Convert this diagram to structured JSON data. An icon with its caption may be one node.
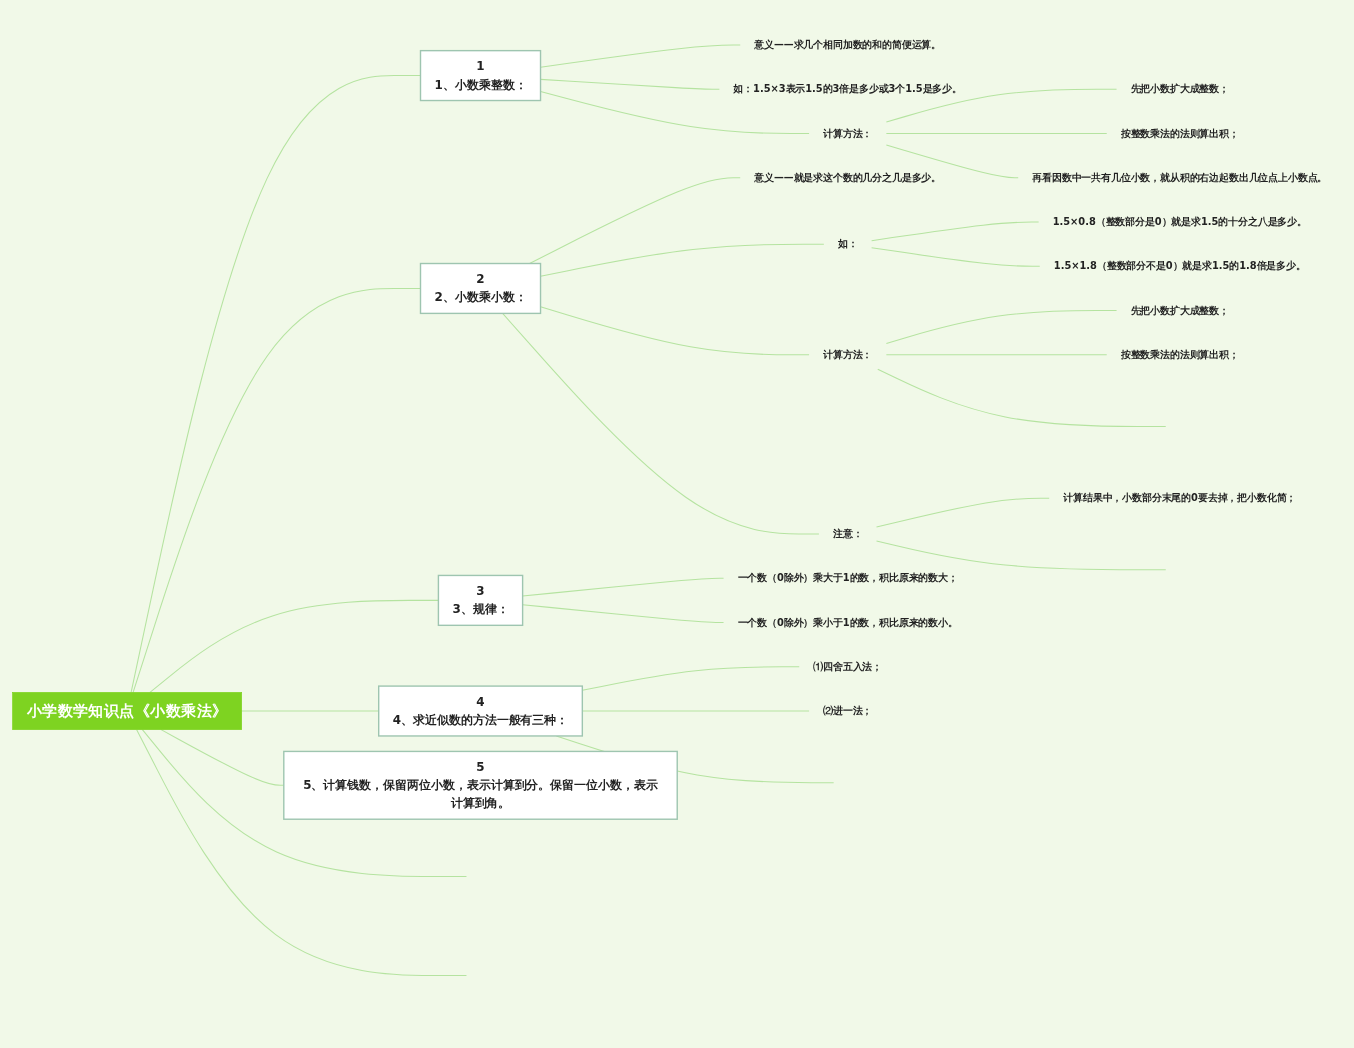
{
  "diagram": {
    "nodes": [
      {
        "text": [
          "小学数学知识点《小数乘法》"
        ]
      },
      {
        "text": [
          "1",
          "1、小数乘整数："
        ]
      },
      {
        "text": [
          "意义——求几个相同加数的和的简便运算。"
        ]
      },
      {
        "text": [
          "如：1.5×3表示1.5的3倍是多少或3个1.5是多少。"
        ]
      },
      {
        "text": [
          "计算方法："
        ]
      },
      {
        "text": [
          "先把小数扩大成整数；"
        ]
      },
      {
        "text": [
          "按整数乘法的法则算出积；"
        ]
      },
      {
        "text": [
          "再看因数中一共有几位小数，就从积的右边起数出几位点上小数点。"
        ]
      },
      {
        "text": [
          "2",
          "2、小数乘小数："
        ]
      },
      {
        "text": [
          "意义——就是求这个数的几分之几是多少。"
        ]
      },
      {
        "text": [
          "如："
        ]
      },
      {
        "text": [
          "1.5×0.8（整数部分是0）就是求1.5的十分之八是多少。"
        ]
      },
      {
        "text": [
          "1.5×1.8（整数部分不是0）就是求1.5的1.8倍是多少。"
        ]
      },
      {
        "text": [
          "计算方法："
        ]
      },
      {
        "text": [
          "先把小数扩大成整数；"
        ]
      },
      {
        "text": [
          "按整数乘法的法则算出积；"
        ]
      },
      {
        "text": [
          "注意："
        ]
      },
      {
        "text": [
          "计算结果中，小数部分末尾的0要去掉，把小数化简；"
        ]
      },
      {
        "text": [
          "3",
          "3、规律："
        ]
      },
      {
        "text": [
          "一个数（0除外）乘大于1的数，积比原来的数大；"
        ]
      },
      {
        "text": [
          "一个数（0除外）乘小于1的数，积比原来的数小。"
        ]
      },
      {
        "text": [
          "4",
          "4、求近似数的方法一般有三种："
        ]
      },
      {
        "text": [
          "⑴四舍五入法；"
        ]
      },
      {
        "text": [
          "⑵进一法；"
        ]
      },
      {
        "text": [
          "5",
          "5、计算钱数，保留两位小数，表示计算到分。保留一位小数，表示计算到角。"
        ]
      }
    ],
    "edges": [
      {
        "from": 0,
        "to": 1,
        "arrow": "none"
      },
      {
        "from": 1,
        "to": 2,
        "arrow": "none"
      },
      {
        "from": 1,
        "to": 3,
        "arrow": "none"
      },
      {
        "from": 1,
        "to": 4,
        "arrow": "none"
      },
      {
        "from": 4,
        "to": 5,
        "arrow": "none"
      },
      {
        "from": 4,
        "to": 6,
        "arrow": "none"
      },
      {
        "from": 4,
        "to": 7,
        "arrow": "none"
      },
      {
        "from": 0,
        "to": 8,
        "arrow": "none"
      },
      {
        "from": 8,
        "to": 9,
        "arrow": "none"
      },
      {
        "from": 8,
        "to": 10,
        "arrow": "none"
      },
      {
        "from": 10,
        "to": 11,
        "arrow": "none"
      },
      {
        "from": 10,
        "to": 12,
        "arrow": "none"
      },
      {
        "from": 8,
        "to": 13,
        "arrow": "none"
      },
      {
        "from": 13,
        "to": 14,
        "arrow": "none"
      },
      {
        "from": 13,
        "to": 15,
        "arrow": "none"
      },
      {
        "from": 13,
        "to": null,
        "arrow": "none"
      },
      {
        "from": 8,
        "to": 16,
        "arrow": "none"
      },
      {
        "from": 16,
        "to": 17,
        "arrow": "none"
      },
      {
        "from": 16,
        "to": null,
        "arrow": "none"
      },
      {
        "from": 0,
        "to": 18,
        "arrow": "none"
      },
      {
        "from": 18,
        "to": 19,
        "arrow": "none"
      },
      {
        "from": 18,
        "to": 20,
        "arrow": "none"
      },
      {
        "from": 0,
        "to": 21,
        "arrow": "none"
      },
      {
        "from": 21,
        "to": 22,
        "arrow": "none"
      },
      {
        "from": 21,
        "to": 23,
        "arrow": "none"
      },
      {
        "from": 21,
        "to": null,
        "arrow": "none"
      },
      {
        "from": 0,
        "to": 24,
        "arrow": "none"
      },
      {
        "from": 0,
        "to": null,
        "arrow": "none"
      },
      {
        "from": 0,
        "to": null,
        "arrow": "none"
      }
    ]
  }
}
